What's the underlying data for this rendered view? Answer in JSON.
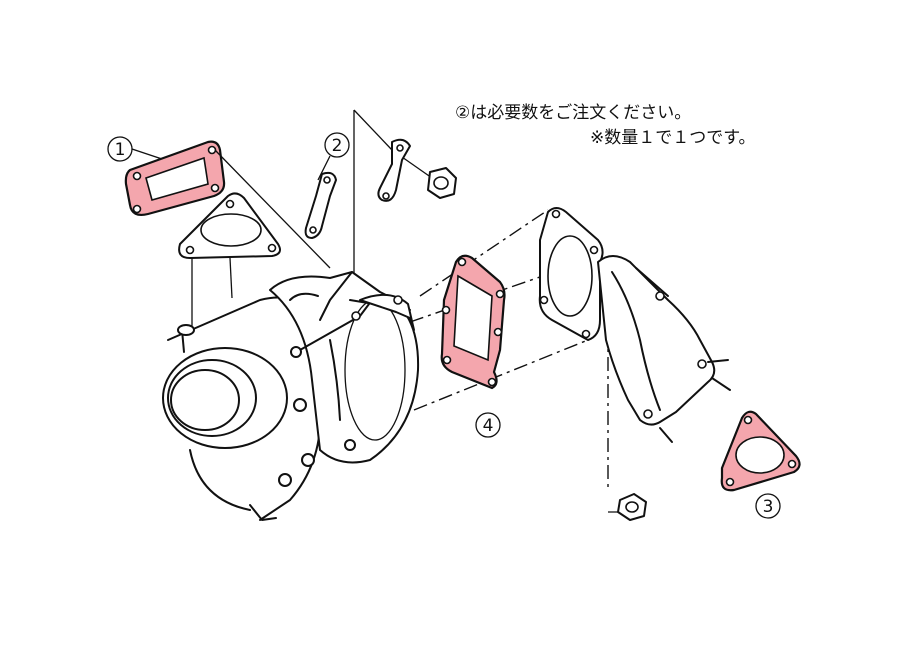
{
  "note": {
    "line1": "②は必要数をご注文ください。",
    "line2": "※数量１で１つです。"
  },
  "callouts": {
    "c1": "1",
    "c2": "2",
    "c3": "3",
    "c4": "4"
  },
  "colors": {
    "highlight": "#f4a6ad",
    "line": "#111111"
  },
  "parts": [
    {
      "id": "1",
      "name": "turbo-inlet-flange-gasket",
      "highlighted": true
    },
    {
      "id": "2",
      "name": "oil-line-bracket",
      "highlighted": false
    },
    {
      "id": "3",
      "name": "downpipe-triangle-gasket",
      "highlighted": true
    },
    {
      "id": "4",
      "name": "turbine-outlet-gasket",
      "highlighted": true
    }
  ]
}
